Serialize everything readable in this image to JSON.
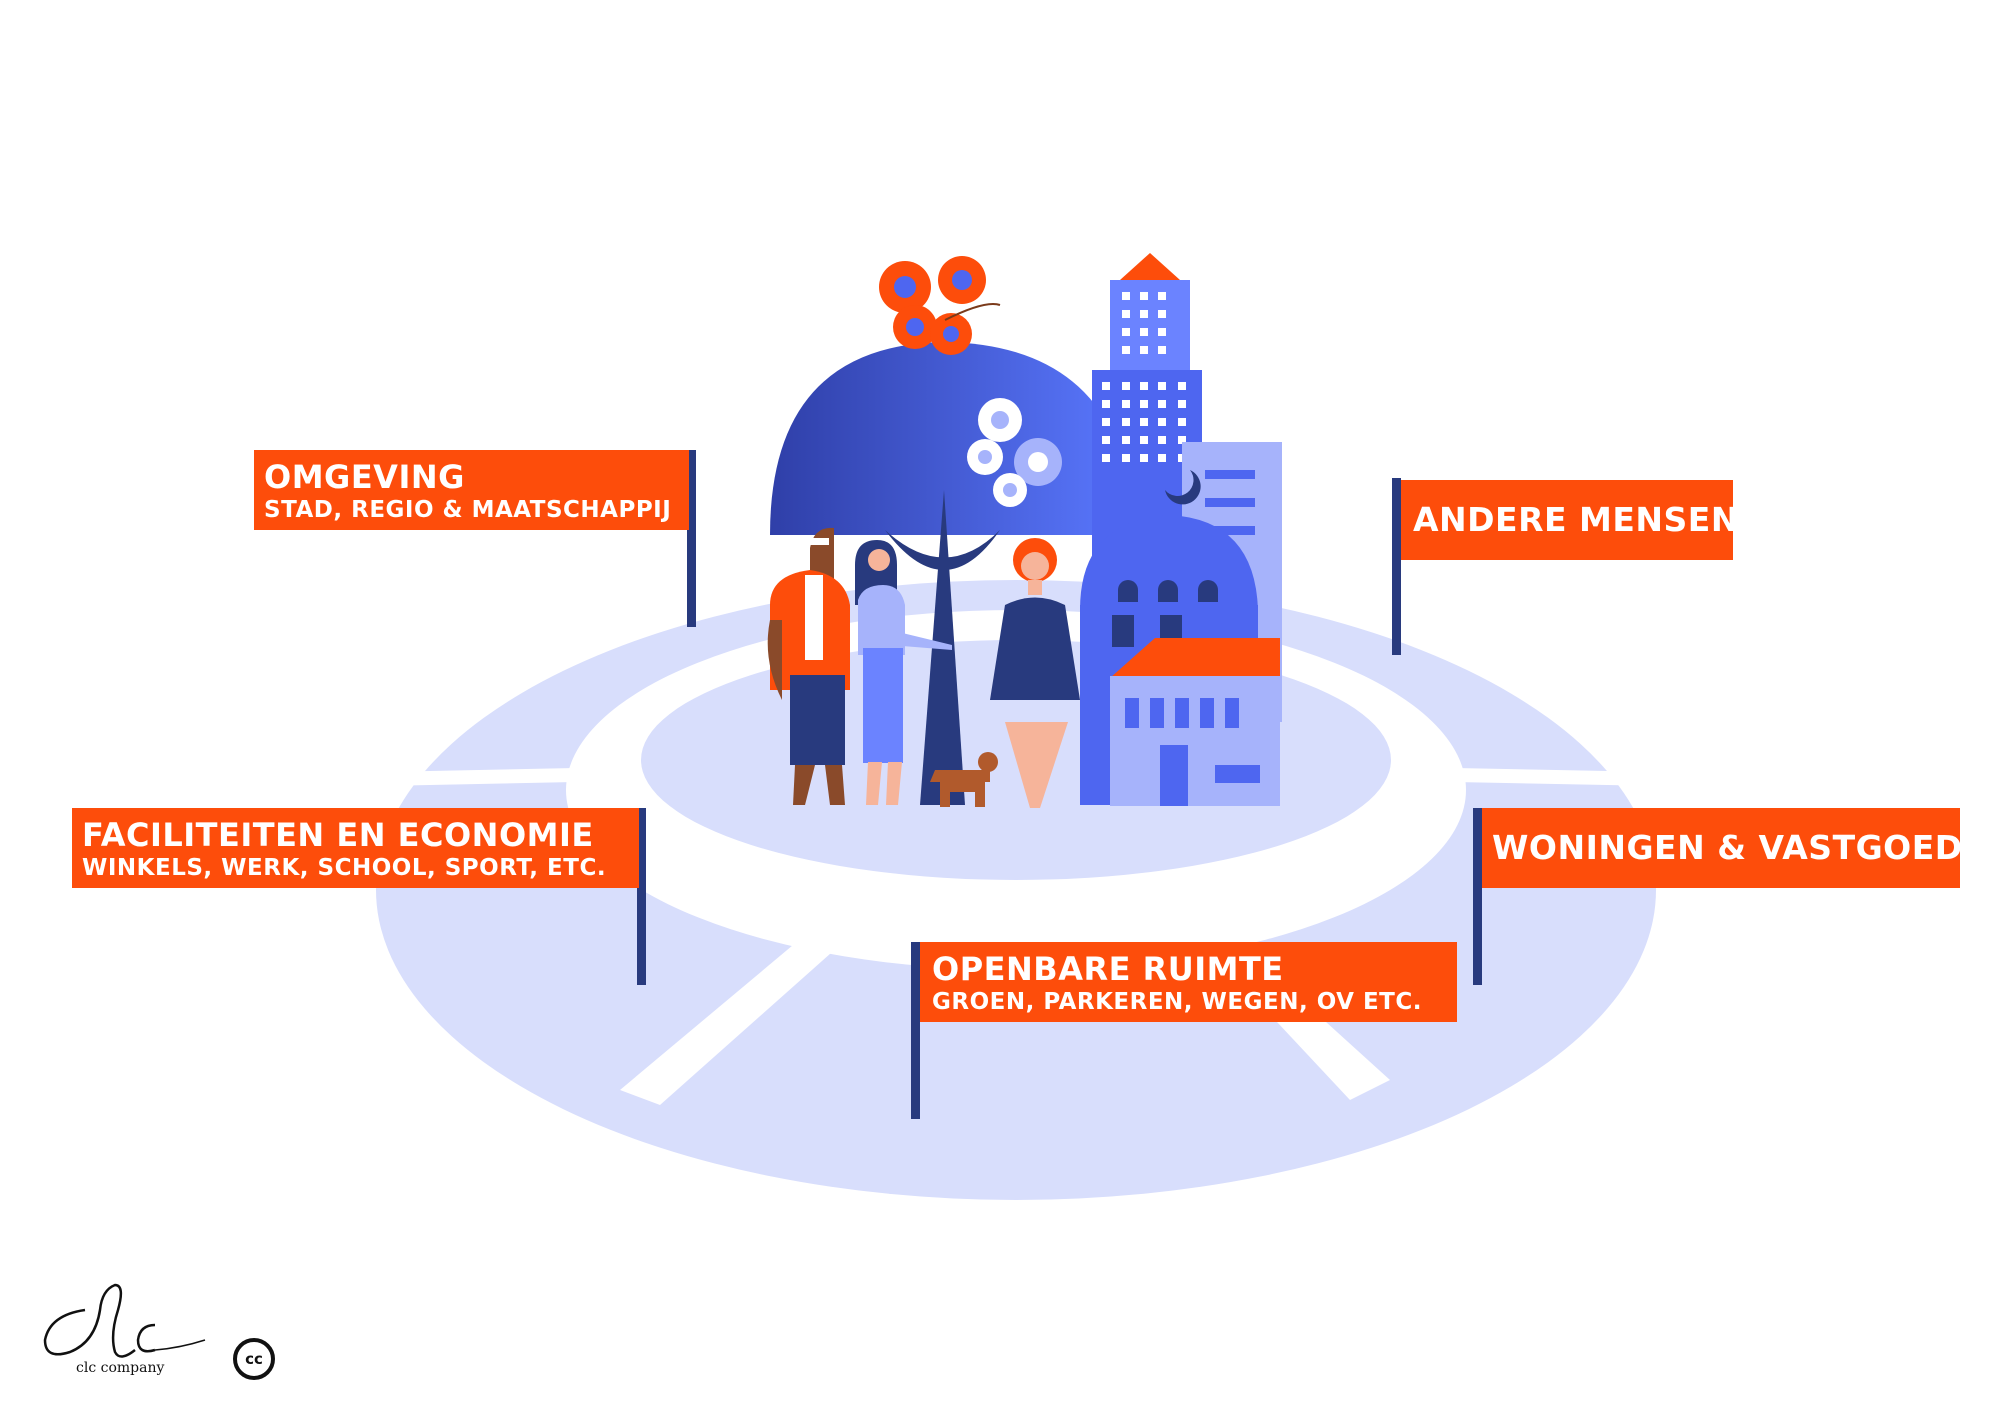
{
  "colors": {
    "accent": "#fd4d0b",
    "navy": "#283a7e",
    "blue": "#4e66f0",
    "light_blue": "#a6b3fb",
    "ring_fill": "#d8defc",
    "skin": "#f6b49a",
    "white": "#ffffff"
  },
  "flags": {
    "omgeving": {
      "title": "OMGEVING",
      "subtitle": "STAD, REGIO & MAATSCHAPPIJ"
    },
    "andere_mensen": {
      "title": "ANDERE MENSEN"
    },
    "faciliteiten": {
      "title": "FACILITEITEN EN ECONOMIE",
      "subtitle": "WINKELS, WERK, SCHOOL, SPORT, ETC."
    },
    "woningen": {
      "title": "WONINGEN & VASTGOED"
    },
    "openbare_ruimte": {
      "title": "OPENBARE RUIMTE",
      "subtitle": "GROEN, PARKEREN, WEGEN, OV  ETC."
    }
  },
  "logo": {
    "name": "clc",
    "caption": "clc company",
    "icon": "pen-script-logo"
  },
  "license": {
    "label": "cc",
    "icon": "creative-commons-icon"
  },
  "illustration": {
    "icons": [
      "butterfly-icon",
      "tree-icon",
      "person-icon",
      "dog-icon",
      "skyscraper-icon",
      "mosque-icon",
      "house-icon"
    ]
  }
}
